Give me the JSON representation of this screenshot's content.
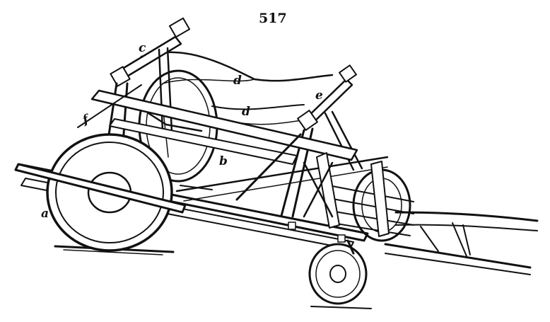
{
  "figure": {
    "number": "517",
    "labels": {
      "a": "a",
      "b": "b",
      "c": "c",
      "d1": "d",
      "d2": "d",
      "e": "e",
      "f": "f"
    }
  }
}
